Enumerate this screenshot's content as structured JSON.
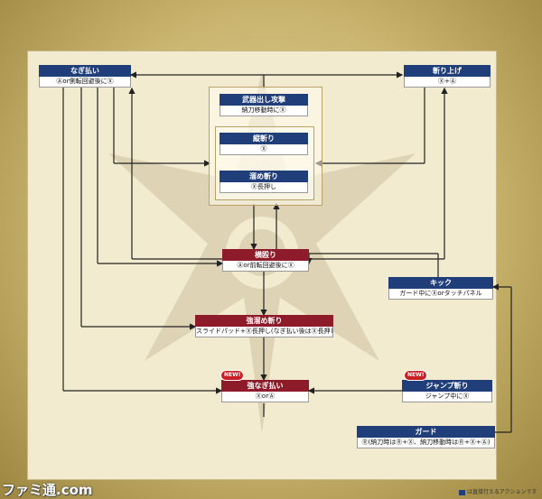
{
  "nodes": {
    "nagi": {
      "title": "なぎ払い",
      "sub": "Ⓐor側転回避後にⓍ"
    },
    "kiriage": {
      "title": "斬り上げ",
      "sub": "Ⓧ+Ⓐ"
    },
    "buki": {
      "title": "武器出し攻撃",
      "sub": "納刀移動時にⓍ"
    },
    "tate": {
      "title": "縦斬り",
      "sub": "Ⓧ"
    },
    "tame": {
      "title": "溜め斬り",
      "sub": "Ⓧ長押し"
    },
    "yoko": {
      "title": "横殴り",
      "sub": "Ⓐor前転回避後にⓍ"
    },
    "kick": {
      "title": "キック",
      "sub": "ガード中にⓍorタッチパネル"
    },
    "kyotame": {
      "title": "強溜め斬り",
      "sub": "スライドパッド+Ⓧ長押し(なぎ払い後はⓍ長押し)"
    },
    "kyonagi": {
      "title": "強なぎ払い",
      "sub": "ⓍorⒶ"
    },
    "jump": {
      "title": "ジャンプ斬り",
      "sub": "ジャンプ中にⓍ"
    },
    "guard": {
      "title": "ガード",
      "sub": "Ⓡ(納刀時はⓇ+Ⓧ、納刀移動時はⓇ+Ⓧ+Ⓐ)"
    }
  },
  "badges": {
    "new1": "NEW!",
    "new2": "NEW!"
  },
  "brand": "ファミ通.com",
  "legend": "は直接行えるアクションです",
  "colors": {
    "direct": "#203f7a",
    "combo": "#8e1b2a"
  }
}
